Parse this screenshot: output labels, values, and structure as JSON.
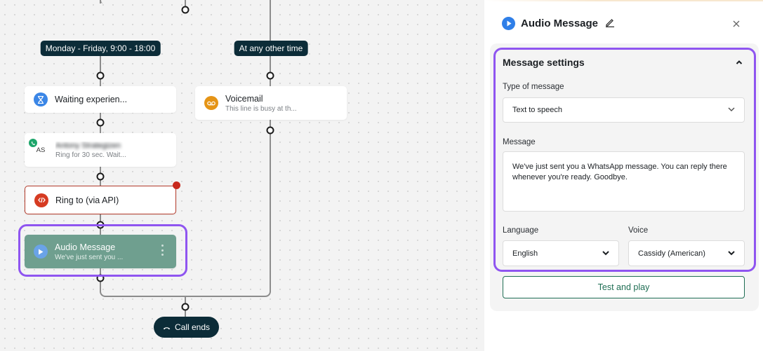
{
  "canvas": {
    "labels": {
      "weekday_hours": "Monday - Friday, 9:00 - 18:00",
      "other_time": "At any other time"
    },
    "nodes": {
      "waiting": {
        "title": "Waiting experien..."
      },
      "agent": {
        "avatar_initials": "AS",
        "name": "Antony Strategizen",
        "subtitle": "Ring for 30 sec. Wait..."
      },
      "ring_api": {
        "title": "Ring to (via API)"
      },
      "audio": {
        "title": "Audio Message",
        "subtitle": "We've just sent you ..."
      },
      "voicemail": {
        "title": "Voicemail",
        "subtitle": "This line is busy at th..."
      }
    },
    "call_ends_label": "Call ends"
  },
  "panel": {
    "title": "Audio Message",
    "section_title": "Message settings",
    "type_label": "Type of message",
    "type_value": "Text to speech",
    "message_label": "Message",
    "message_value": "We've just sent you a WhatsApp message. You can reply there whenever you're ready. Goodbye.",
    "language_label": "Language",
    "language_value": "English",
    "voice_label": "Voice",
    "voice_value": "Cassidy (American)",
    "test_button": "Test and play"
  },
  "colors": {
    "accent_purple": "#8f55f0",
    "primary_green": "#1f6e54",
    "audio_node": "#6f9f8f",
    "dark_pill": "#0c2c38",
    "error_red": "#c8281c"
  }
}
